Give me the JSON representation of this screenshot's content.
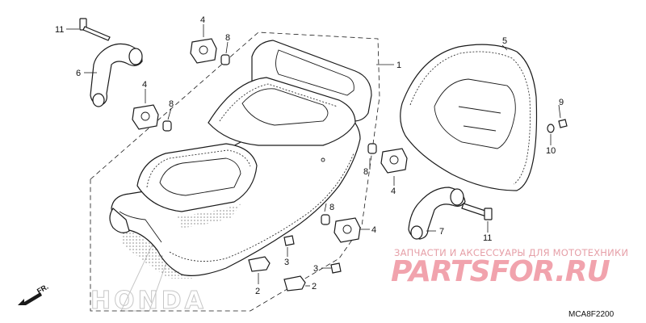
{
  "callouts": {
    "n1": "1",
    "n2a": "2",
    "n2b": "2",
    "n3a": "3",
    "n3b": "3",
    "n4a": "4",
    "n4b": "4",
    "n4c": "4",
    "n4d": "4",
    "n5": "5",
    "n6": "6",
    "n7": "7",
    "n8a": "8",
    "n8b": "8",
    "n8c": "8",
    "n8d": "8",
    "n9": "9",
    "n10": "10",
    "n11a": "11",
    "n11b": "11"
  },
  "front_marker": "FR.",
  "brand_watermark": "HONDA",
  "watermark": {
    "tagline": "ЗАПЧАСТИ И АКСЕССУАРЫ ДЛЯ МОТОТЕХНИКИ",
    "logo": "PARTSFOR.RU"
  },
  "diagram_code": "MCA8F2200"
}
